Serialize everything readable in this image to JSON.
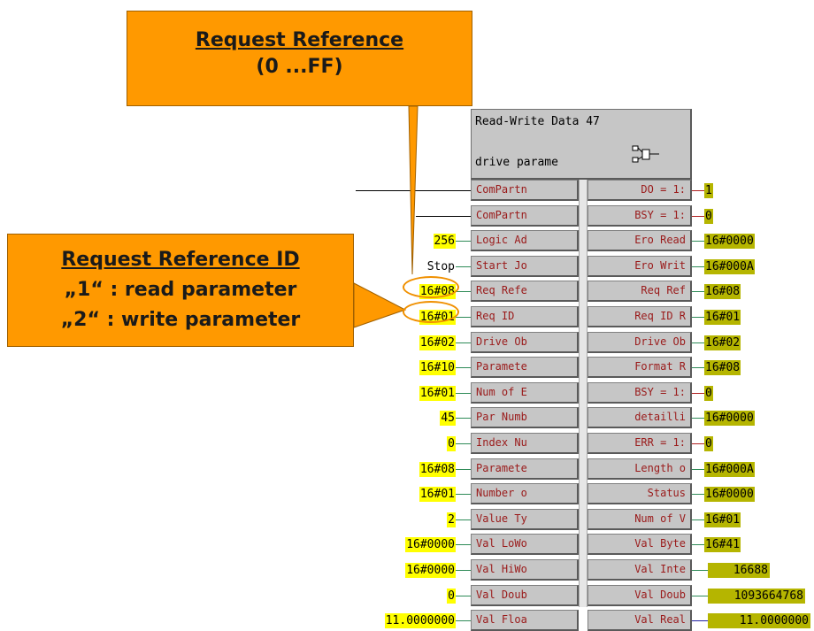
{
  "block": {
    "title": "Read-Write Data 47",
    "subtitle": "drive parame",
    "icon": "function-block-icon"
  },
  "callouts": {
    "request_reference": {
      "title": "Request Reference",
      "range": "(0 ...FF)"
    },
    "request_reference_id": {
      "title": "Request Reference ID",
      "line1": "„1“ : read parameter",
      "line2": "„2“ : write parameter"
    }
  },
  "inputs": [
    {
      "label": "ComPartn",
      "value": ""
    },
    {
      "label": "ComPartn",
      "value": ""
    },
    {
      "label": "Logic Ad",
      "value": "256"
    },
    {
      "label": "Start Jo",
      "value": "Stop"
    },
    {
      "label": "Req Refe",
      "value": "16#08"
    },
    {
      "label": "Req ID",
      "value": "16#01"
    },
    {
      "label": "Drive Ob",
      "value": "16#02"
    },
    {
      "label": "Paramete",
      "value": "16#10"
    },
    {
      "label": "Num of E",
      "value": "16#01"
    },
    {
      "label": "Par Numb",
      "value": "45"
    },
    {
      "label": "Index Nu",
      "value": "0"
    },
    {
      "label": "Paramete",
      "value": "16#08"
    },
    {
      "label": "Number o",
      "value": "16#01"
    },
    {
      "label": "Value Ty",
      "value": "2"
    },
    {
      "label": "Val LoWo",
      "value": "16#0000"
    },
    {
      "label": "Val HiWo",
      "value": "16#0000"
    },
    {
      "label": "Val Doub",
      "value": "0"
    },
    {
      "label": "Val Floa",
      "value": "11.0000000"
    }
  ],
  "outputs": [
    {
      "label": "DO = 1:",
      "value": "1"
    },
    {
      "label": "BSY = 1:",
      "value": "0"
    },
    {
      "label": "Ero Read",
      "value": "16#0000"
    },
    {
      "label": "Ero Writ",
      "value": "16#000A"
    },
    {
      "label": "Req Ref",
      "value": "16#08"
    },
    {
      "label": "Req ID R",
      "value": "16#01"
    },
    {
      "label": "Drive Ob",
      "value": "16#02"
    },
    {
      "label": "Format R",
      "value": "16#08"
    },
    {
      "label": "BSY = 1:",
      "value": "0"
    },
    {
      "label": "detailli",
      "value": "16#0000"
    },
    {
      "label": "ERR = 1:",
      "value": "0"
    },
    {
      "label": "Length o",
      "value": "16#000A"
    },
    {
      "label": "Status",
      "value": "16#0000"
    },
    {
      "label": "Num of V",
      "value": "16#01"
    },
    {
      "label": "Val Byte",
      "value": "16#41"
    },
    {
      "label": "Val Inte",
      "value": "16688"
    },
    {
      "label": "Val Doub",
      "value": "1093664768"
    },
    {
      "label": "Val Real",
      "value": "11.0000000"
    }
  ],
  "colors": {
    "block_gray": "#c6c6c6",
    "pin_text": "#9a1a1a",
    "input_value_bg": "#ffff00",
    "output_value_bg": "#b5b500",
    "callout_orange": "#ff9900",
    "wire_green": "#2e8b57",
    "wire_red": "#b02020",
    "wire_blue": "#2020a0"
  }
}
